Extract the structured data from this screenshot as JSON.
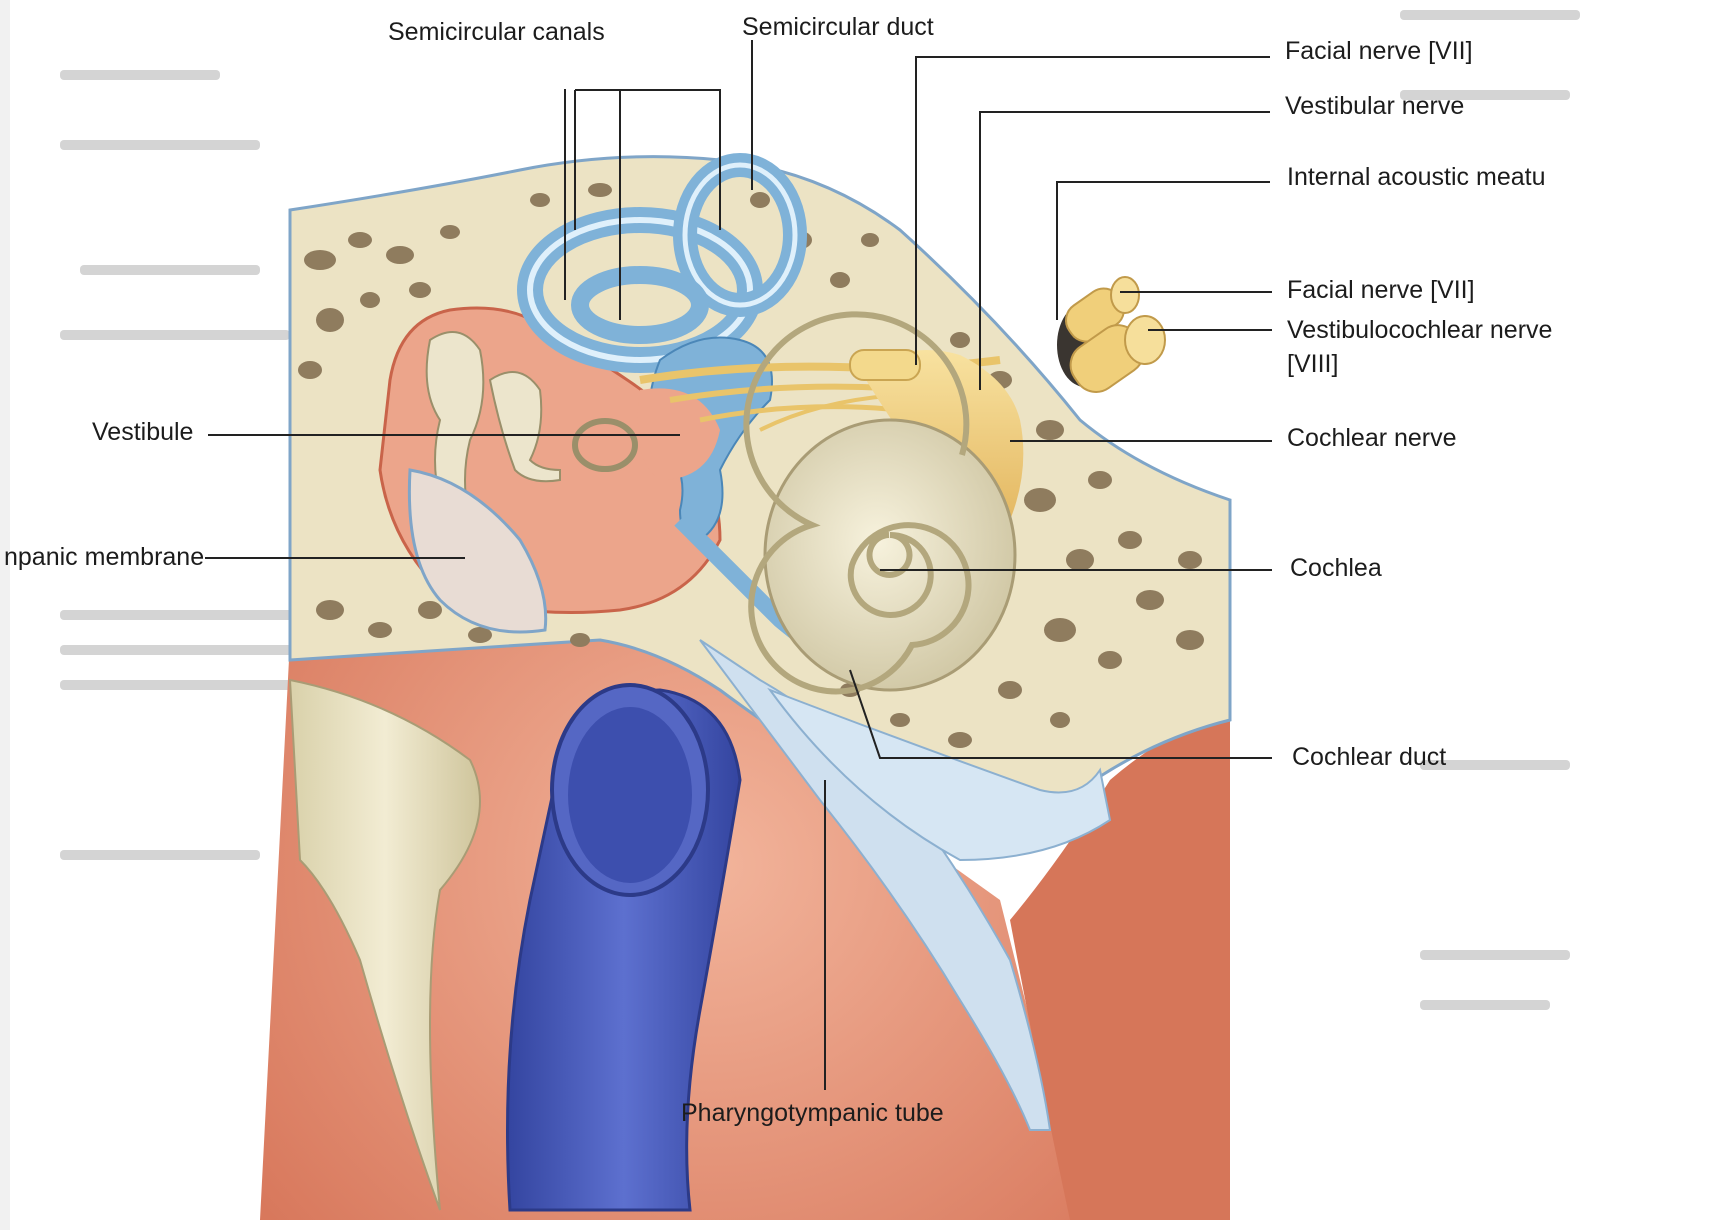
{
  "labels": {
    "semicircular_canals": "Semicircular canals",
    "semicircular_duct": "Semicircular duct",
    "facial_nerve_top": "Facial nerve [VII]",
    "vestibular_nerve": "Vestibular nerve",
    "internal_acoustic_meatus": "Internal acoustic meatu",
    "facial_nerve_lower": "Facial nerve [VII]",
    "vestibulocochlear_nerve_line1": "Vestibulocochlear nerve",
    "vestibulocochlear_nerve_line2": "[VIII]",
    "cochlear_nerve": "Cochlear nerve",
    "vestibule": "Vestibule",
    "tympanic_membrane": "npanic membrane",
    "cochlea": "Cochlea",
    "cochlear_duct": "Cochlear duct",
    "pharyngotympanic_tube": "Pharyngotympanic tube"
  },
  "colors": {
    "bone": "#ece3c4",
    "bone_pore": "#8f7c5e",
    "cavity": "#e8a48a",
    "soft_tissue": "#dd7a5e",
    "membranous_labyrinth": "#7fb2d8",
    "nerve": "#f0cf7a",
    "tube": "#4559b8",
    "cochlea": "#e9e2c6",
    "page_background": "#ffffff",
    "ghost_text": "#c9c9c9"
  }
}
